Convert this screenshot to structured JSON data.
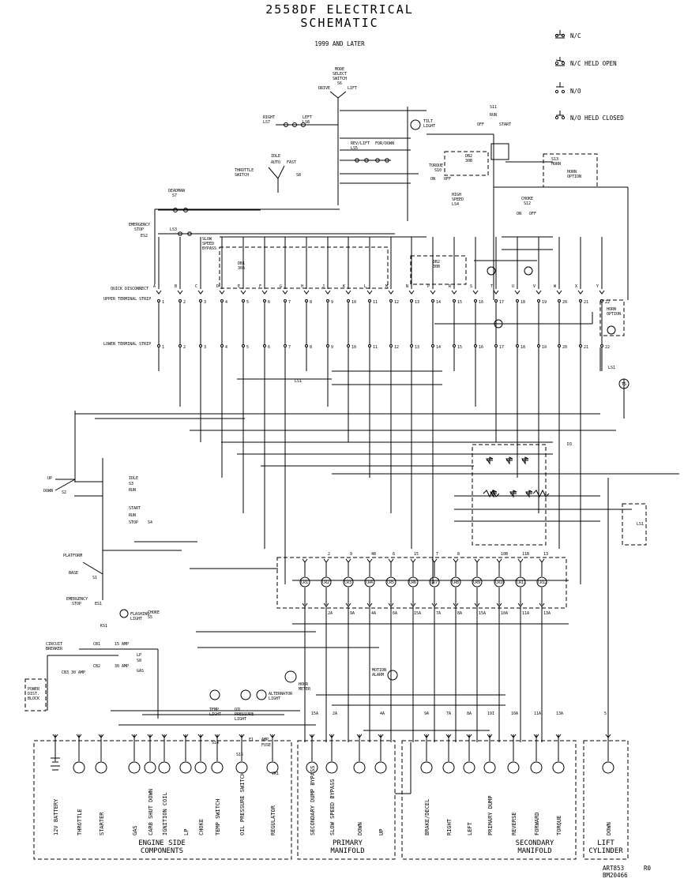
{
  "title": {
    "line1": "2558DF ELECTRICAL",
    "line2": "SCHEMATIC",
    "sub": "1999 AND LATER"
  },
  "legend": {
    "nc": "N/C",
    "nc_held_open": "N/C HELD OPEN",
    "no": "N/O",
    "no_held_closed": "N/O HELD CLOSED"
  },
  "strips": {
    "quick": "QUICK DISCONNECT",
    "upper": "UPPER TERMINAL STRIP",
    "lower": "LOWER TERMINAL STRIP"
  },
  "switches": {
    "mode": [
      "MODE",
      "SELECT",
      "SWITCH",
      "S6"
    ],
    "drive": "DRIVE",
    "lift": "LIFT",
    "right_ls7": [
      "RIGHT",
      "LS7"
    ],
    "left_ls8": [
      "LEFT",
      "LS8"
    ],
    "rev_lift": [
      "REV/LIFT",
      "LS5"
    ],
    "for_down": "FOR/DOWN",
    "throttle": [
      "IDLE",
      "AUTO",
      "FAST",
      "THROTTLE",
      "SWITCH",
      "S8"
    ],
    "deadman": [
      "DEADMAN",
      "S7"
    ],
    "estop_es2": [
      "EMERGENCY",
      "STOP",
      "ES2"
    ],
    "ls3": [
      "LS3",
      "SLOW",
      "SPEED",
      "BYPASS"
    ],
    "db1": [
      "DB1",
      "30A"
    ],
    "db2": [
      "DB2",
      "30B"
    ],
    "db2b": [
      "DB2",
      "30B"
    ],
    "torque": [
      "TORQUE",
      "S10"
    ],
    "high_speed": [
      "HIGH",
      "SPEED",
      "LS4"
    ],
    "on": "ON",
    "off": "OFF",
    "s11": [
      "S11",
      "RUN",
      "OFF",
      "START"
    ],
    "s13": [
      "S13",
      "HORN"
    ],
    "horn_opt": [
      "HORN",
      "OPTION"
    ],
    "horn_opt2": [
      "HORN",
      "OPTION"
    ],
    "choke_s12": [
      "CHOKE",
      "S12"
    ],
    "tilt": [
      "TILT",
      "LIGHT"
    ],
    "ls1": "LS1",
    "ts": "TS",
    "d3": "D3",
    "s2": [
      "UP",
      "DOWN",
      "S2"
    ],
    "s3": [
      "IDLE",
      "S3",
      "RUN"
    ],
    "s4": [
      "START",
      "RUN",
      "STOP",
      "S4"
    ],
    "s1": [
      "PLATFORM",
      "BASE",
      "S1"
    ],
    "es1": [
      "EMERGENCY",
      "STOP",
      "ES1"
    ],
    "flash": [
      "FLASHING",
      "LIGHT"
    ],
    "choke_s5": [
      "CHOKE",
      "S5"
    ],
    "ks1": "KS1",
    "cb": [
      "CIRCUIT",
      "BREAKER",
      "CB1",
      "15 AMP",
      "CB2",
      "30 AMP",
      "CB3",
      "30 AMP"
    ],
    "lp_gas": [
      "LP",
      "S8",
      "GAS"
    ],
    "power": [
      "POWER",
      "DIST.",
      "BLOCK"
    ],
    "motion": [
      "MOTION",
      "ALARM"
    ],
    "hour": [
      "HOUR",
      "METER"
    ],
    "temp": [
      "TEMP",
      "LIGHT"
    ],
    "oil": [
      "OIL",
      "PRESSURE",
      "LIGHT"
    ],
    "alt": [
      "ALTERNATOR",
      "LIGHT"
    ],
    "fuse": [
      "F1",
      "5",
      "AMP",
      "FUSE"
    ],
    "vr1": "VR1",
    "s15": "S15",
    "s14": "S14"
  },
  "wires_top": [
    "1",
    "2",
    "3",
    "4",
    "5",
    "6",
    "7",
    "8",
    "9",
    "10",
    "11",
    "12",
    "13",
    "14",
    "15",
    "16",
    "17",
    "18",
    "19",
    "20",
    "21",
    "22"
  ],
  "letters_qd": [
    "A",
    "B",
    "C",
    "D",
    "E",
    "F",
    "G",
    "H",
    "J",
    "K",
    "L",
    "M",
    "N",
    "P",
    "R",
    "S",
    "T",
    "U",
    "V",
    "W",
    "X",
    "Y"
  ],
  "wires_lower": [
    "1",
    "2",
    "3",
    "4",
    "5",
    "6",
    "7",
    "8",
    "9",
    "10",
    "11",
    "12",
    "13",
    "14",
    "15",
    "16",
    "17",
    "18",
    "19",
    "20",
    "21",
    "22"
  ],
  "coil_labels_top": [
    "2",
    "9",
    "4B",
    "6",
    "15",
    "7",
    "8",
    "",
    "10B",
    "11B",
    "13"
  ],
  "coil_labels_bot": [
    "2A",
    "9A",
    "4A",
    "6A",
    "15A",
    "7A",
    "8A",
    "15A",
    "10A",
    "11A",
    "13A"
  ],
  "coils": [
    "CR1",
    "CR2",
    "CR3",
    "CR4",
    "CR5",
    "CR6",
    "CR7",
    "CR8",
    "CR9",
    "CR10",
    "CR11",
    "CR12"
  ],
  "bottom_wires": [
    "15A",
    "2A",
    "4A",
    "9A",
    "7A",
    "8A",
    "19I",
    "10A",
    "11A",
    "13A",
    "5"
  ],
  "components": {
    "engine": [
      "12V BATTERY",
      "THROTTLE",
      "STARTER",
      "GAS",
      "CARB SHUT DOWN",
      "IGNITION COIL",
      "LP",
      "CHOKE",
      "TEMP SWITCH",
      "OIL PRESSURE SWITCH",
      "REGULATOR"
    ],
    "primary": [
      "SECONDARY DUMP BYPASS",
      "SLOW SPEED BYPASS",
      "DOWN",
      "UP"
    ],
    "secondary": [
      "BRAKE/DECEL",
      "RIGHT",
      "LEFT",
      "PRIMARY DUMP",
      "REVERSE",
      "FORWARD",
      "TORQUE"
    ],
    "lift": [
      "DOWN"
    ]
  },
  "groups": {
    "engine": [
      "ENGINE SIDE",
      "COMPONENTS"
    ],
    "primary": [
      "PRIMARY",
      "MANIFOLD"
    ],
    "secondary": [
      "SECONDARY",
      "MANIFOLD"
    ],
    "lift": [
      "LIFT",
      "CYLINDER"
    ]
  },
  "footer": {
    "art": "ART853",
    "rev": "R0",
    "bm": "BM20466"
  }
}
